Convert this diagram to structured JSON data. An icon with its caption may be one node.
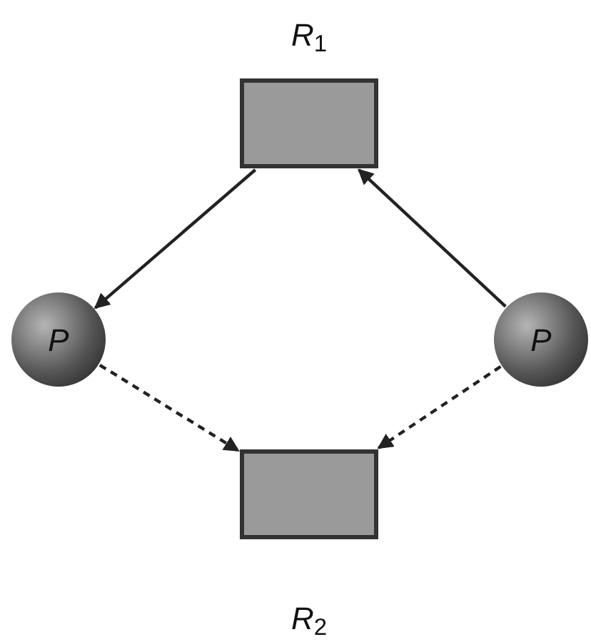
{
  "diagram": {
    "nodes": [
      {
        "text": [
          "*R*$_{1}$"
        ]
      },
      {
        "text": [
          "*P*"
        ]
      },
      {
        "text": [
          "*P*"
        ]
      },
      {
        "text": [
          "*R*$_{2}$"
        ]
      }
    ],
    "edges": [
      {
        "from": 0,
        "to": 1,
        "arrow": "to"
      },
      {
        "from": 2,
        "to": 0,
        "arrow": "to"
      },
      {
        "from": 1,
        "to": 3,
        "arrow": "to",
        "style": "dashed"
      },
      {
        "from": 2,
        "to": 3,
        "arrow": "to",
        "style": "dashed"
      }
    ]
  }
}
